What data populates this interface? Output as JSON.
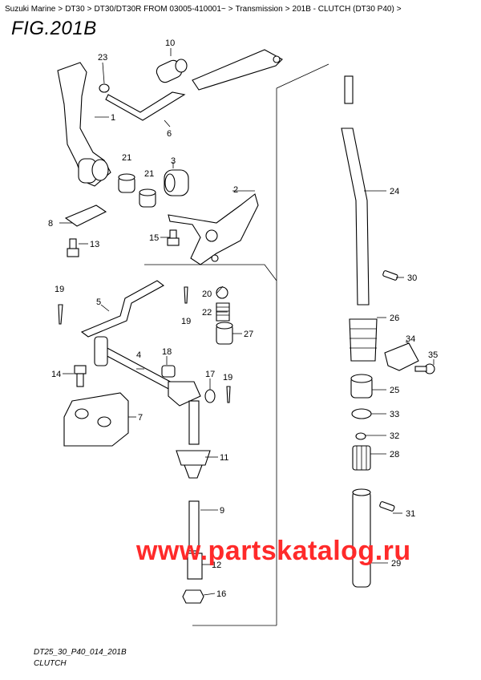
{
  "breadcrumb": [
    "Suzuki Marine",
    "DT30",
    "DT30/DT30R FROM 03005-410001~",
    "Transmission",
    "201B - CLUTCH (DT30 P40)"
  ],
  "breadcrumb_separator": ">",
  "breadcrumb_trailing": ">",
  "figure_title": "FIG.201B",
  "watermark": "www.partskatalog.ru",
  "drawing_code": "DT25_30_P40_014_201B",
  "caption": "CLUTCH",
  "callouts": {
    "c1": "1",
    "c2": "2",
    "c3": "3",
    "c4": "4",
    "c5": "5",
    "c6": "6",
    "c7": "7",
    "c8": "8",
    "c9": "9",
    "c10": "10",
    "c11": "11",
    "c12": "12",
    "c13": "13",
    "c14": "14",
    "c15": "15",
    "c16": "16",
    "c17": "17",
    "c18": "18",
    "c19a": "19",
    "c19b": "19",
    "c19c": "19",
    "c20": "20",
    "c21a": "21",
    "c21b": "21",
    "c22": "22",
    "c23": "23",
    "c24": "24",
    "c25": "25",
    "c26": "26",
    "c27": "27",
    "c28": "28",
    "c29": "29",
    "c30": "30",
    "c31": "31",
    "c32": "32",
    "c33": "33",
    "c34": "34",
    "c35": "35"
  },
  "colors": {
    "watermark": "#ff2a2a",
    "ink": "#000000"
  }
}
